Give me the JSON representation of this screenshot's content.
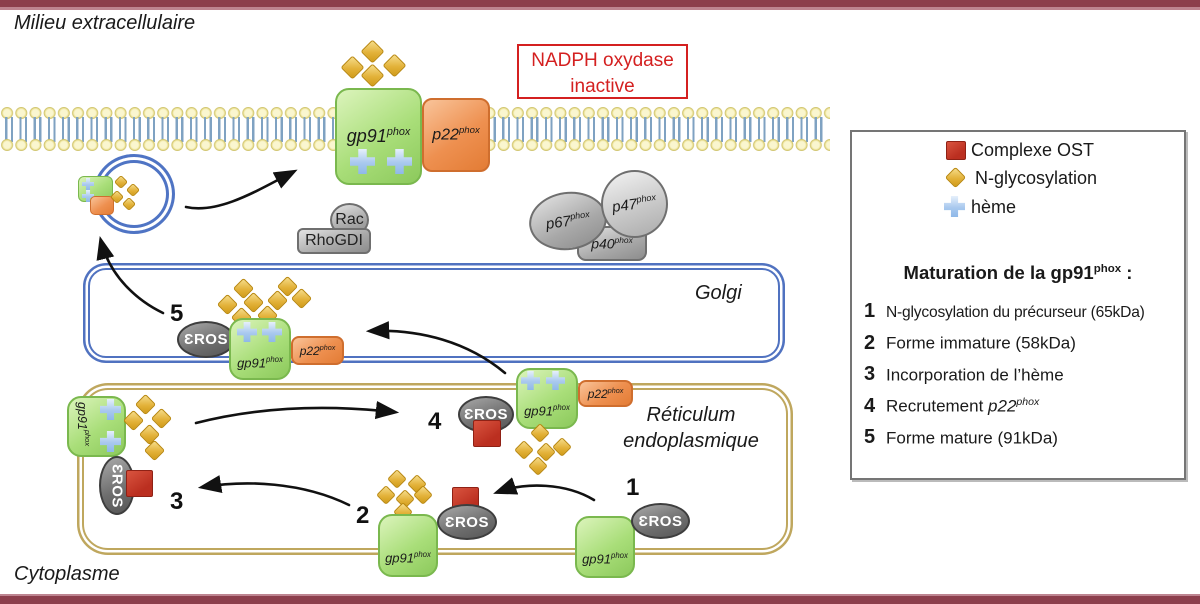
{
  "labels": {
    "extracellular": "Milieu extracellulaire",
    "cytoplasm": "Cytoplasme",
    "golgi": "Golgi",
    "er_line1": "Réticulum",
    "er_line2": "endoplasmique"
  },
  "status_box": {
    "line1": "NADPH oxydase",
    "line2": "inactive"
  },
  "proteins": {
    "gp91": {
      "base": "gp91",
      "sup": "phox"
    },
    "p22": {
      "base": "p22",
      "sup": "phox"
    },
    "p67": {
      "base": "p67",
      "sup": "phox"
    },
    "p47": {
      "base": "p47",
      "sup": "phox"
    },
    "p40": {
      "base": "p40",
      "sup": "phox"
    },
    "rac": "Rac",
    "rhogdi": "RhoGDI",
    "eros": "ƐROS"
  },
  "stage_numbers": {
    "s1": "1",
    "s2": "2",
    "s3": "3",
    "s4": "4",
    "s5": "5"
  },
  "legend": {
    "items": [
      {
        "icon": "ost-square-icon",
        "label": "Complexe OST"
      },
      {
        "icon": "glycosylation-diamond-icon",
        "label": "N-glycosylation"
      },
      {
        "icon": "heme-cross-icon",
        "label": "hème"
      }
    ],
    "title": {
      "pre": "Maturation de la gp91",
      "sup": "phox",
      "post": " :"
    },
    "steps": [
      {
        "num": "1",
        "text": "N-glycosylation du précurseur (65kDa)"
      },
      {
        "num": "2",
        "text": "Forme immature (58kDa)"
      },
      {
        "num": "3",
        "text": "Incorporation de l’hème"
      },
      {
        "num": "4",
        "pre": "Recrutement ",
        "base": "p22",
        "sup": "phox"
      },
      {
        "num": "5",
        "text": "Forme mature (91kDa)"
      }
    ]
  },
  "colors": {
    "frame_bar": "#8c3e4c",
    "status_red": "#d42020",
    "golgi_blue": "#5072c0",
    "er_tan": "#bfa75e",
    "protein_green": "#9ed36e",
    "protein_orange": "#ee9050",
    "ost_red": "#bb2f20",
    "glycan_gold": "#e3b23a",
    "heme_blue": "#a9c9ee"
  }
}
